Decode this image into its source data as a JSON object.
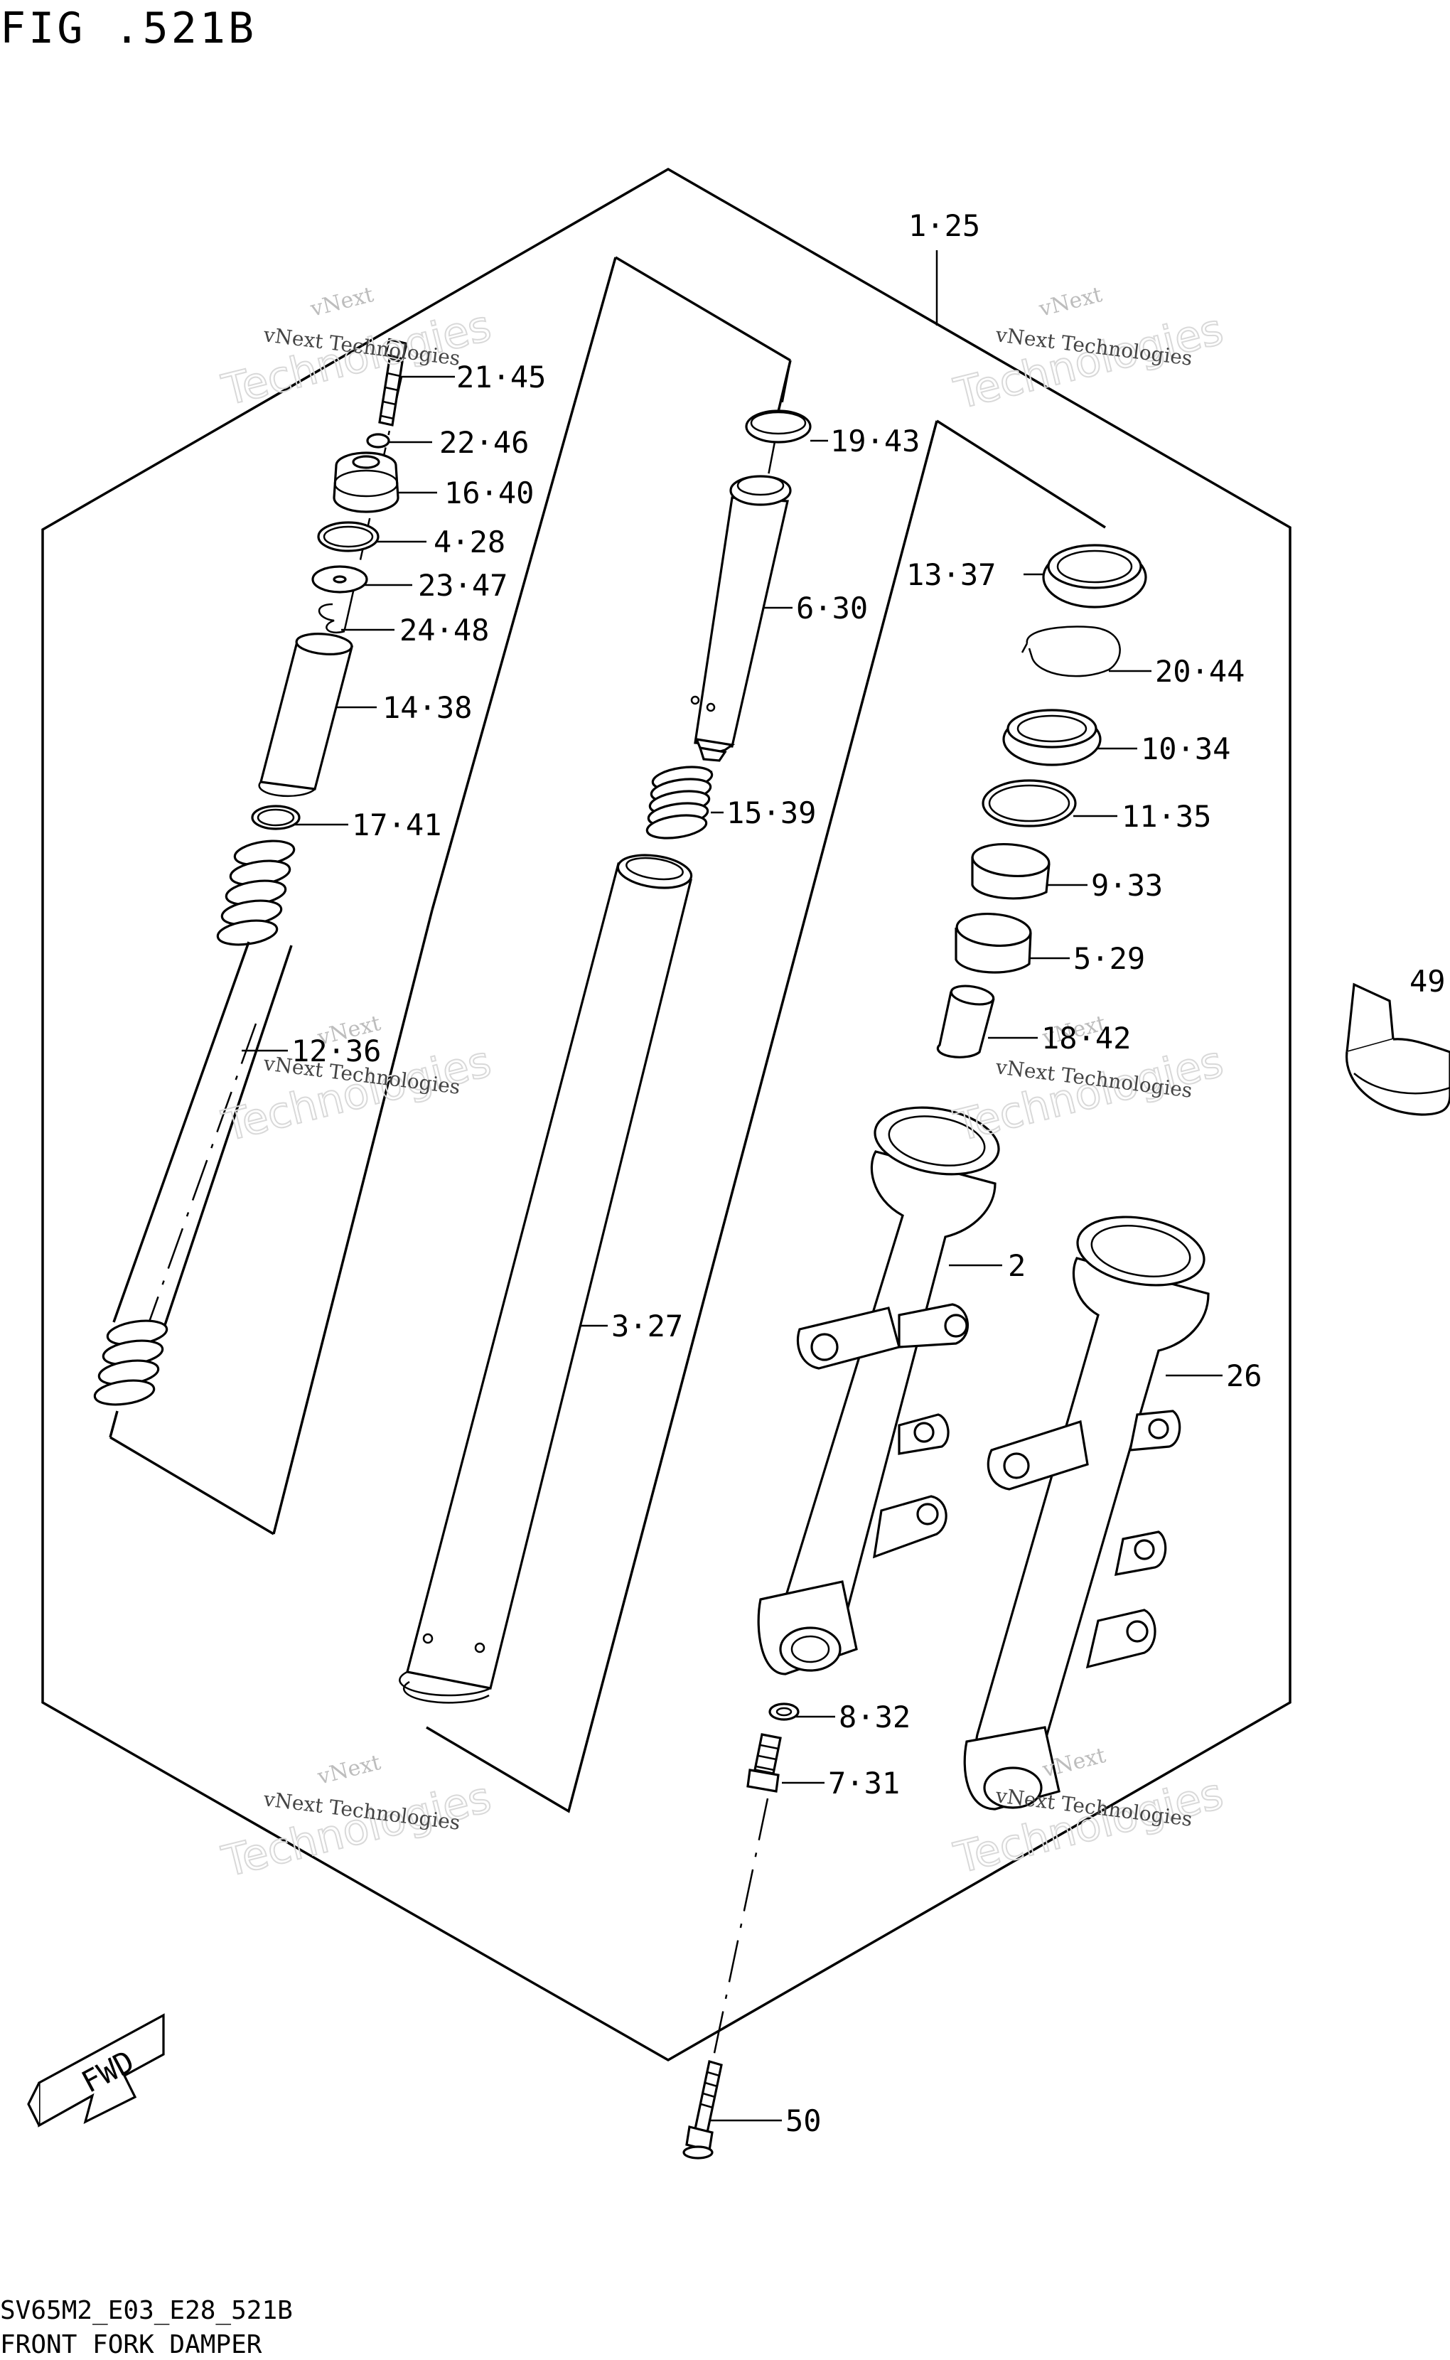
{
  "figure_title": "FIG .521B",
  "footer": {
    "model_code": "SV65M2_E03_E28_521B",
    "caption": "FRONT FORK DAMPER"
  },
  "fwd_label": "FWD",
  "callouts": {
    "c1_25": "1·25",
    "c21_45": "21·45",
    "c22_46": "22·46",
    "c16_40": "16·40",
    "c4_28": "4·28",
    "c23_47": "23·47",
    "c24_48": "24·48",
    "c14_38": "14·38",
    "c17_41": "17·41",
    "c12_36": "12·36",
    "c19_43": "19·43",
    "c6_30": "6·30",
    "c15_39": "15·39",
    "c3_27": "3·27",
    "c13_37": "13·37",
    "c20_44": "20·44",
    "c10_34": "10·34",
    "c11_35": "11·35",
    "c9_33": "9·33",
    "c5_29": "5·29",
    "c18_42": "18·42",
    "c49": "49",
    "c2": "2",
    "c26": "26",
    "c8_32": "8·32",
    "c7_31": "7·31",
    "c50": "50"
  },
  "watermark": {
    "line1": "vNext",
    "line2": "Technologies",
    "caption": "vNext Technologies"
  }
}
